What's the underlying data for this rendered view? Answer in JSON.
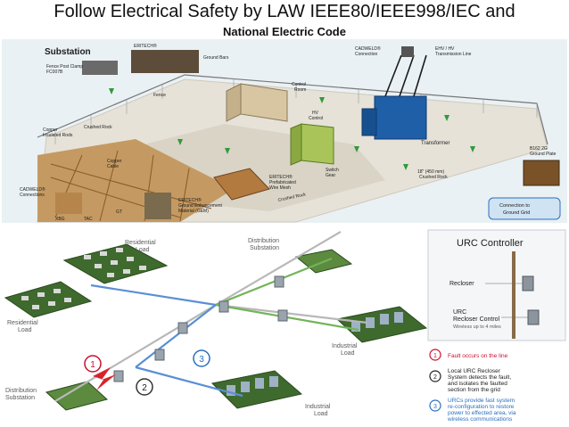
{
  "slide": {
    "title": "Follow Electrical Safety by LAW IEEE80/IEEE998/IEC and",
    "subtitle": "National Electric Code"
  },
  "substation": {
    "heading": "Substation",
    "labels": {
      "fence_post_clamp": "Fence Post Clamp",
      "fence_post_clamp_code": "FC007B",
      "eritech_top": "ERITECH®",
      "ground_bars": "Ground Bars",
      "fence": "Fence",
      "control_room_1": "Control",
      "control_room_2": "Room",
      "hv_control_1": "HV",
      "hv_control_2": "Control",
      "cadweld_connection_1": "CADWELD®",
      "cadweld_connection_2": "Connection",
      "ehv_1": "EHV / HV",
      "ehv_2": "Transmission Line",
      "crushed_rock_top": "Crushed Rock",
      "copper_insulated_1": "Copper",
      "copper_insulated_2": "Insulated Rods",
      "copper_cable_1": "Copper",
      "copper_cable_2": "Cable",
      "transformer": "Transformer",
      "switch_gear_1": "Switch",
      "switch_gear_2": "Gear",
      "eritech_mesh_1": "ERITECH®",
      "eritech_mesh_2": "Prefabricated",
      "eritech_mesh_3": "Wire Mesh",
      "b162_1": "B162 2G",
      "b162_2": "Ground Plate",
      "crushed_rock_depth_1": "18\" (450 mm)",
      "crushed_rock_depth_2": "Crushed Rock",
      "crushed_rock_bottom": "Crushed Rock",
      "cadweld_connections_1": "CADWELD®",
      "cadweld_connections_2": "Connections",
      "xbg": "XBG",
      "tac": "TAC",
      "gt": "GT",
      "eritech_gem_1": "ERITECH®",
      "eritech_gem_2": "Ground Enhancement",
      "eritech_gem_3": "Material (GEM)",
      "connection_ground_grid_1": "Connection to",
      "connection_ground_grid_2": "Ground Grid"
    }
  },
  "distribution": {
    "labels": {
      "residential_top_1": "Residential",
      "residential_top_2": "Load",
      "residential_left_1": "Residential",
      "residential_left_2": "Load",
      "dist_sub_top_1": "Distribution",
      "dist_sub_top_2": "Substation",
      "dist_sub_bottom_1": "Distribution",
      "dist_sub_bottom_2": "Substation",
      "industrial_right_1": "Industrial",
      "industrial_right_2": "Load",
      "industrial_bottom_1": "Industrial",
      "industrial_bottom_2": "Load"
    },
    "markers": [
      "1",
      "2",
      "3"
    ]
  },
  "urc": {
    "title": "URC Controller",
    "recloser": "Recloser",
    "urc_1": "URC",
    "urc_2": "Recloser Control",
    "urc_3": "Wireless up to 4 miles"
  },
  "legend": [
    {
      "num": "1",
      "lines": [
        "Fault occurs on the line"
      ],
      "color": "#c8102e"
    },
    {
      "num": "2",
      "lines": [
        "Local URC Recloser",
        "System detects the fault,",
        "and isolates the faulted",
        "section from the grid"
      ],
      "color": "#222222"
    },
    {
      "num": "3",
      "lines": [
        "URCs provide fast system",
        "re-configuration to restore",
        "power to effected area, via",
        "wireless communications"
      ],
      "color": "#2a6fc0"
    }
  ]
}
